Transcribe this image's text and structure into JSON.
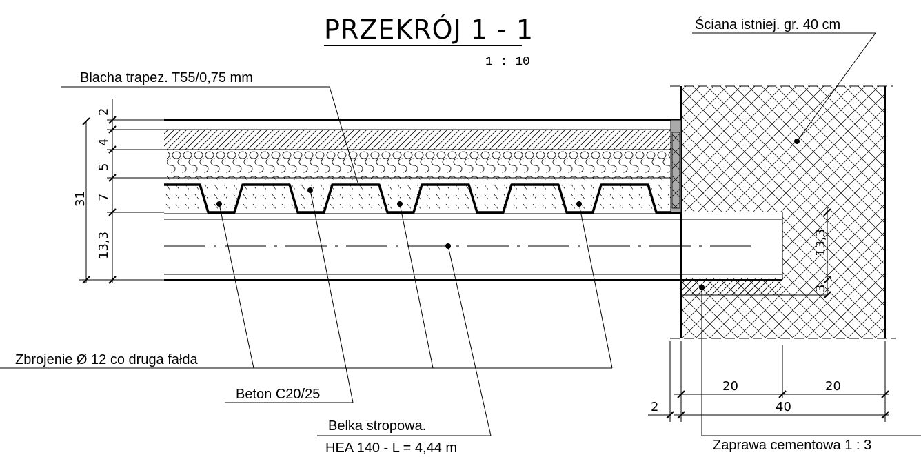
{
  "title": "PRZEKRÓJ  1 - 1",
  "scale": "1 : 10",
  "labels": {
    "wall": "Ściana istniej. gr. 40 cm",
    "deck": "Blacha trapez. T55/0,75 mm",
    "rebar": "Zbrojenie Ø 12 co druga fałda",
    "concrete": "Beton C20/25",
    "beam_line1": "Belka stropowa.",
    "beam_line2": "HEA 140 - L = 4,44 m",
    "mortar": "Zaprawa cementowa 1 : 3"
  },
  "dims_left": {
    "d2": "2",
    "d4": "4",
    "d5": "5",
    "d7": "7",
    "d31": "31",
    "d13": "13,3"
  },
  "dims_right": {
    "d13": "13,3",
    "d3": "3"
  },
  "dims_bottom": {
    "d20a": "20",
    "d20b": "20",
    "d40": "40",
    "d2": "2"
  }
}
